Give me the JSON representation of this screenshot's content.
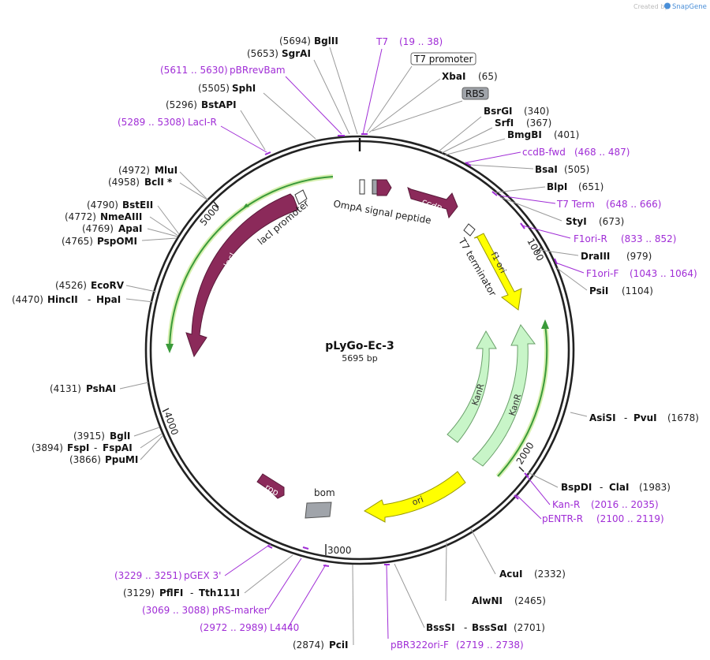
{
  "watermark": {
    "prefix": "Created by",
    "brand": "SnapGene"
  },
  "plasmid": {
    "name": "pLyGo-Ec-3",
    "size": "5695 bp"
  },
  "ring_ticks": [
    "1000",
    "2000",
    "3000",
    "4000",
    "5000"
  ],
  "sites": {
    "bglII_top": {
      "pos": "(5694)",
      "name": "BglII"
    },
    "t7": {
      "name": "T7",
      "range": "(19 .. 38)"
    },
    "sgrAI": {
      "pos": "(5653)",
      "name": "SgrAI"
    },
    "t7_promoter": {
      "name": "T7 promoter"
    },
    "pBRrevBam": {
      "range": "(5611 .. 5630)",
      "name": "pBRrevBam"
    },
    "xbaI": {
      "name": "XbaI",
      "pos": "(65)"
    },
    "sphI": {
      "pos": "(5505)",
      "name": "SphI"
    },
    "rbs": {
      "name": "RBS"
    },
    "bstAPI": {
      "pos": "(5296)",
      "name": "BstAPI"
    },
    "bsrGI": {
      "name": "BsrGI",
      "pos": "(340)"
    },
    "srfI": {
      "name": "SrfI",
      "pos": "(367)"
    },
    "laci_r": {
      "range": "(5289 .. 5308)",
      "name": "LacI-R"
    },
    "bmgBI": {
      "name": "BmgBI",
      "pos": "(401)"
    },
    "ccdb_fwd": {
      "name": "ccdB-fwd",
      "range": "(468 .. 487)"
    },
    "bsaI": {
      "name": "BsaI",
      "pos": "(505)"
    },
    "mluI": {
      "pos": "(4972)",
      "name": "MluI"
    },
    "bclI": {
      "pos": "(4958)",
      "name": "BclI *"
    },
    "blpI": {
      "name": "BlpI",
      "pos": "(651)"
    },
    "t7term": {
      "name": "T7 Term",
      "range": "(648 .. 666)"
    },
    "bstEII": {
      "pos": "(4790)",
      "name": "BstEII"
    },
    "styI": {
      "name": "StyI",
      "pos": "(673)"
    },
    "nmeAIII": {
      "pos": "(4772)",
      "name": "NmeAIII"
    },
    "apaI": {
      "pos": "(4769)",
      "name": "ApaI"
    },
    "f1ori_r": {
      "name": "F1ori-R",
      "range": "(833 .. 852)"
    },
    "pspOMI": {
      "pos": "(4765)",
      "name": "PspOMI"
    },
    "draIII": {
      "name": "DraIII",
      "pos": "(979)"
    },
    "f1ori_f": {
      "name": "F1ori-F",
      "range": "(1043 .. 1064)"
    },
    "ecoRV": {
      "pos": "(4526)",
      "name": "EcoRV"
    },
    "psiI": {
      "name": "PsiI",
      "pos": "(1104)"
    },
    "hincII": {
      "pos": "(4470)",
      "name": "HincII",
      "sep": "-",
      "name2": "HpaI"
    },
    "pshAI": {
      "pos": "(4131)",
      "name": "PshAI"
    },
    "asiSI": {
      "name": "AsiSI",
      "sep": "-",
      "name2": "PvuI",
      "pos": "(1678)"
    },
    "bglI": {
      "pos": "(3915)",
      "name": "BglI"
    },
    "fspI": {
      "pos": "(3894)",
      "name": "FspI",
      "sep": "-",
      "name2": "FspAI"
    },
    "ppuMI": {
      "pos": "(3866)",
      "name": "PpuMI"
    },
    "bspDI": {
      "name": "BspDI",
      "sep": "-",
      "name2": "ClaI",
      "pos": "(1983)"
    },
    "kan_r": {
      "name": "Kan-R",
      "range": "(2016 .. 2035)"
    },
    "pentr_r": {
      "name": "pENTR-R",
      "range": "(2100 .. 2119)"
    },
    "acuI": {
      "name": "AcuI",
      "pos": "(2332)"
    },
    "pgex3": {
      "range": "(3229 .. 3251)",
      "name": "pGEX 3'"
    },
    "pflFI": {
      "pos": "(3129)",
      "name": "PflFI",
      "sep": "-",
      "name2": "Tth111I"
    },
    "alwNI": {
      "name": "AlwNI",
      "pos": "(2465)"
    },
    "prs_marker": {
      "range": "(3069 .. 3088)",
      "name": "pRS-marker"
    },
    "l4440": {
      "range": "(2972 .. 2989)",
      "name": "L4440"
    },
    "bssSI": {
      "name": "BssSI",
      "sep": "-",
      "name2": "BssSαI",
      "pos": "(2701)"
    },
    "pciI": {
      "pos": "(2874)",
      "name": "PciI"
    },
    "pbr322ori_f": {
      "name": "pBR322ori-F",
      "range": "(2719 .. 2738)"
    }
  },
  "features": {
    "ompa": "OmpA signal peptide",
    "ccdb": "ccdB",
    "t7_terminator": "T7 terminator",
    "f1_ori": "f1 ori",
    "laci": "lacI",
    "laci_promoter": "lacI promoter",
    "kanr_1": "KanR",
    "kanr_2": "KanR",
    "ori": "ori",
    "rop": "rop",
    "bom": "bom"
  },
  "colors": {
    "backbone": "#222222",
    "primer": "#a02dd6",
    "cds": "#8b2a5a",
    "origin": "#ffff00",
    "marker": "#c8f5c8",
    "misc": "#a0a4aa",
    "orf_green": "#3a9a3a"
  }
}
